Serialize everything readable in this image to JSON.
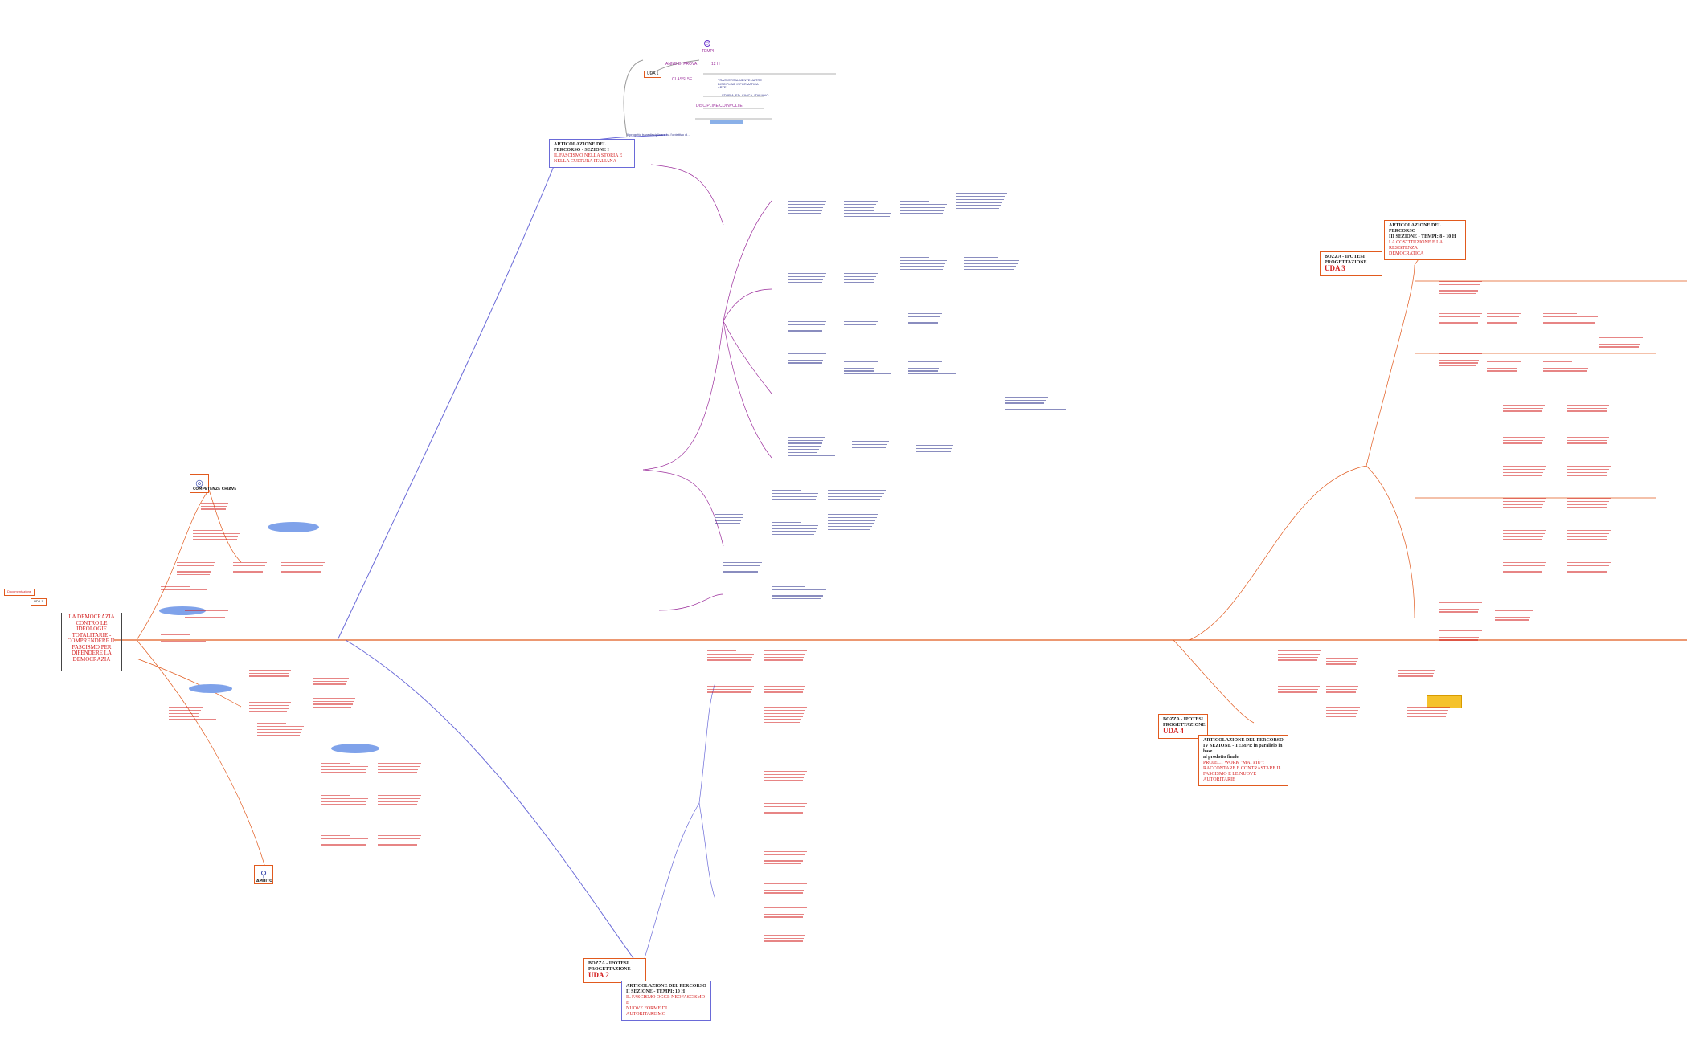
{
  "central_topic": "LA DEMOCRAZIA CONTRO LE IDEOLOGIE TOTALITARIE - COMPRENDERE IL FASCISMO PER DIFENDERE LA DEMOCRAZIA",
  "side_labels": {
    "left_box": "Documentazione",
    "small": "UDA 1"
  },
  "uda1": {
    "badge": "UDA 1",
    "labels": {
      "tempi": "TEMPI",
      "anno": "ANNO DI PROVA",
      "ore": "12 H",
      "classi": "CLASSI 5E",
      "discipline_list": "TRASVERSALMENTE: ALTRE\nDISCIPLINE INFORMATICA\nARTE",
      "storia": "STORIA, ED. CIVICA, ITALIANO",
      "discipline": "DISCIPLINE COINVOLTE",
      "intro": "Il progetto transdisciplinare ha l'obiettivo di…"
    }
  },
  "boxes": {
    "sez1": {
      "h": "ARTICOLAZIONE DEL PERCORSO - SEZIONE I",
      "s": "IL FASCISMO NELLA STORIA E NELLA CULTURA ITALIANA"
    },
    "uda3_bozza": {
      "h": "BOZZA - IPOTESI\nPROGETTAZIONE",
      "uda": "UDA 3"
    },
    "sez3": {
      "h": "ARTICOLAZIONE DEL PERCORSO\nIII SEZIONE - TEMPI: 8 - 10 H",
      "s": "LA COSTITUZIONE E LA RESISTENZA\nDEMOCRATICA"
    },
    "uda4_bozza": {
      "h": "BOZZA - IPOTESI\nPROGETTAZIONE",
      "uda": "UDA 4"
    },
    "sez4": {
      "h": "ARTICOLAZIONE DEL PERCORSO\nIV SEZIONE - TEMPI: in parallelo in base\nal prodotto finale",
      "s": "PROJECT WORK \"MAI PIÙ\":\nRACCONTARE E CONTRASTARE IL\nFASCISMO E LE NUOVE AUTORITARIE"
    },
    "uda2_bozza": {
      "h": "BOZZA - IPOTESI\nPROGETTAZIONE",
      "uda": "UDA 2"
    },
    "sez2": {
      "h": "ARTICOLAZIONE DEL PERCORSO\nII SEZIONE - TEMPI: 10 H",
      "s": "IL FASCISMO OGGI: NEOFASCISMO E\nNUOVE FORME DI AUTORITARISMO"
    }
  },
  "icons": {
    "competenze": {
      "name": "target-icon",
      "glyph": "◎",
      "label": "COMPETENZE CHIAVE"
    },
    "ambito": {
      "name": "magnifier-icon",
      "glyph": "⚲",
      "label": "AMBITO"
    }
  },
  "colors": {
    "orange": "#e15a1e",
    "blue": "#6a6ad8",
    "purple": "#9b2c9b",
    "red": "#d42020",
    "darkblue": "#2a2f8a",
    "pill": "#7fa2ea",
    "sticky": "#f5c22b"
  }
}
